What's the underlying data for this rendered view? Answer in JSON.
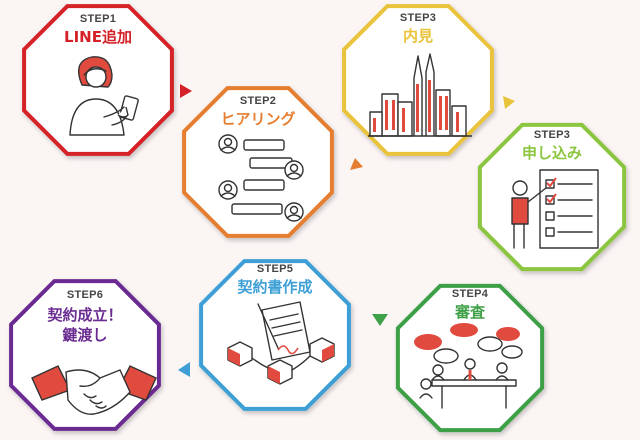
{
  "steps": [
    {
      "label": "STEP1",
      "title_lines": [
        "LINE追加"
      ],
      "color": "#d42027",
      "icon": "person-with-phone-icon"
    },
    {
      "label": "STEP2",
      "title_lines": [
        "ヒアリング"
      ],
      "color": "#e67e31",
      "icon": "chat-bubbles-icon"
    },
    {
      "label": "STEP3",
      "title_lines": [
        "内見"
      ],
      "color": "#e9c33a",
      "icon": "city-buildings-icon"
    },
    {
      "label": "STEP3",
      "title_lines": [
        "申し込み"
      ],
      "color": "#8cc63f",
      "icon": "checklist-icon"
    },
    {
      "label": "STEP4",
      "title_lines": [
        "審査"
      ],
      "color": "#3ea047",
      "icon": "meeting-discussion-icon"
    },
    {
      "label": "STEP5",
      "title_lines": [
        "契約書作成"
      ],
      "color": "#3d9fd6",
      "icon": "contract-chain-icon"
    },
    {
      "label": "STEP6",
      "title_lines": [
        "契約成立！",
        "鍵渡し"
      ],
      "color": "#6a2c91",
      "icon": "handshake-icon"
    }
  ],
  "colors": {
    "background": "#fbf5f4",
    "accent_red": "#e04a3f",
    "arrow_red": "#d42027",
    "arrow_orange": "#e67e31",
    "arrow_yellow": "#e9c33a",
    "arrow_green": "#3ea047",
    "arrow_blue": "#3d9fd6"
  }
}
